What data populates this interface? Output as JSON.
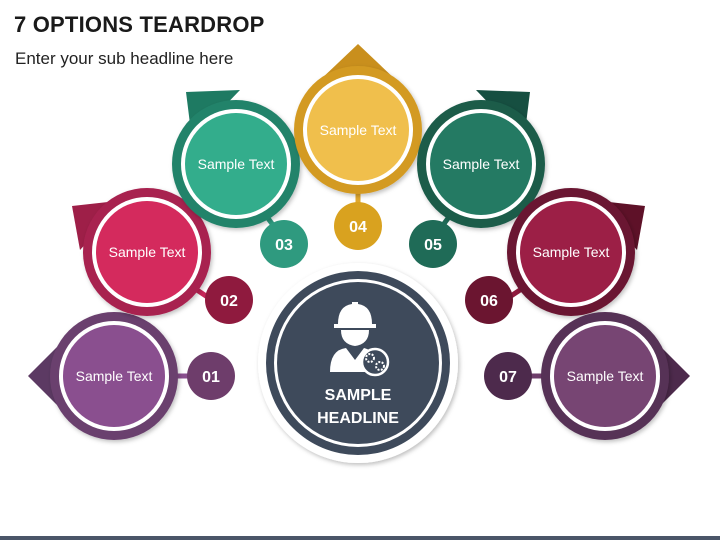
{
  "header": {
    "title": "7 OPTIONS TEARDROP",
    "subtitle": "Enter your sub headline here"
  },
  "center": {
    "icon": "engineer-gear-icon",
    "headline_line1": "SAMPLE",
    "headline_line2": "HEADLINE",
    "color": "#3e4a5b"
  },
  "options": [
    {
      "number": "01",
      "text": "Sample Text",
      "color": "#8a4f8f"
    },
    {
      "number": "02",
      "text": "Sample Text",
      "color": "#c7275a"
    },
    {
      "number": "03",
      "text": "Sample Text",
      "color": "#2f9a7f"
    },
    {
      "number": "04",
      "text": "Sample Text",
      "color": "#e0a82e"
    },
    {
      "number": "05",
      "text": "Sample Text",
      "color": "#1f6b57"
    },
    {
      "number": "06",
      "text": "Sample Text",
      "color": "#8f1a3e"
    },
    {
      "number": "07",
      "text": "Sample Text",
      "color": "#6e3d6b"
    }
  ]
}
